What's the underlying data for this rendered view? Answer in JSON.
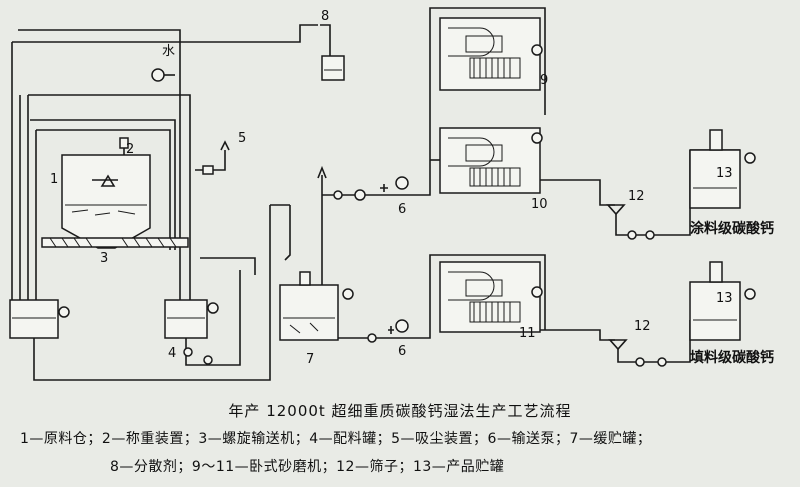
{
  "diagram": {
    "labels": {
      "n1": "1",
      "n2": "2",
      "n3": "3",
      "n4": "4",
      "n5": "5",
      "n6a": "6",
      "n6b": "6",
      "n7": "7",
      "n8": "8",
      "n9": "9",
      "n10": "10",
      "n11": "11",
      "n12a": "12",
      "n12b": "12",
      "n13a": "13",
      "n13b": "13",
      "water": "水"
    },
    "products": {
      "coating": "涂料级碳酸钙",
      "filler": "填料级碳酸钙"
    }
  },
  "caption": {
    "title": "年产 12000t 超细重质碳酸钙湿法生产工艺流程",
    "legend_line1": "1—原料仓；2—称重装置；3—螺旋输送机；4—配料罐；5—吸尘装置；6—输送泵；7—缓贮罐；",
    "legend_line2": "8—分散剂；9～11—卧式砂磨机；12—筛子；13—产品贮罐"
  }
}
